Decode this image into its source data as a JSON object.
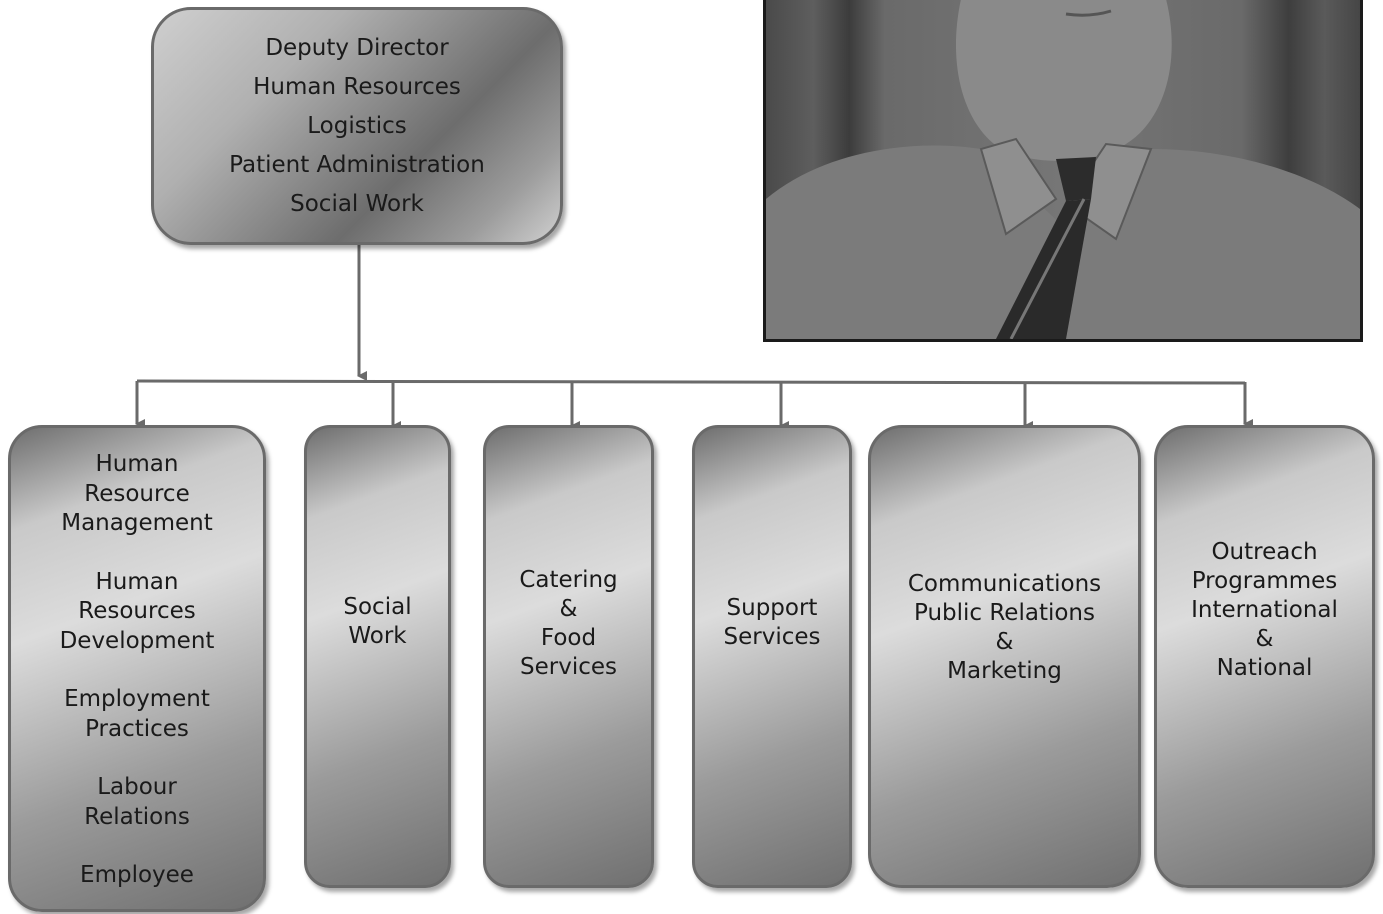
{
  "top": {
    "lines": [
      "Deputy Director",
      "Human Resources",
      "Logistics",
      "Patient Administration",
      "Social Work"
    ]
  },
  "children": {
    "hr": {
      "items": [
        [
          "Human",
          "Resource",
          "Management"
        ],
        [
          "Human",
          "Resources",
          "Development"
        ],
        [
          "Employment",
          "Practices"
        ],
        [
          "Labour",
          "Relations"
        ],
        [
          "Employee"
        ]
      ]
    },
    "social": [
      "Social",
      "Work"
    ],
    "catering": [
      "Catering",
      "&",
      "Food",
      "Services"
    ],
    "support": [
      "Support",
      "Services"
    ],
    "comms": [
      "Communications",
      "Public Relations",
      "&",
      "Marketing"
    ],
    "outreach": [
      "Outreach",
      "Programmes",
      "International",
      "&",
      "National"
    ]
  },
  "photo": {
    "description_icon": "portrait-photo"
  },
  "colors": {
    "connector": "#6a6a6a",
    "text": "#1a1a1a"
  }
}
